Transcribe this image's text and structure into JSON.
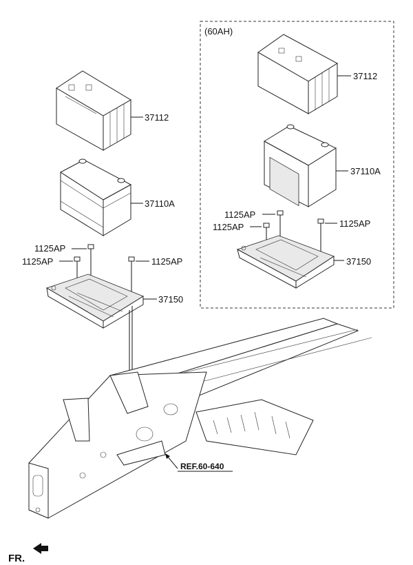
{
  "variant_box": {
    "label": "(60AH)"
  },
  "callouts": {
    "left_cover": "37112",
    "left_battery": "37110A",
    "left_bolt_top": "1125AP",
    "left_bolt_left": "1125AP",
    "left_bolt_right": "1125AP",
    "left_tray": "37150",
    "right_cover": "37112",
    "right_battery": "37110A",
    "right_bolt_top": "1125AP",
    "right_bolt_left": "1125AP",
    "right_bolt_right": "1125AP",
    "right_tray": "37150"
  },
  "reference": {
    "label": "REF.60-640"
  },
  "direction": {
    "label": "FR."
  },
  "colors": {
    "line": "#111111",
    "background": "#ffffff",
    "shade": "#e9e9e9"
  }
}
